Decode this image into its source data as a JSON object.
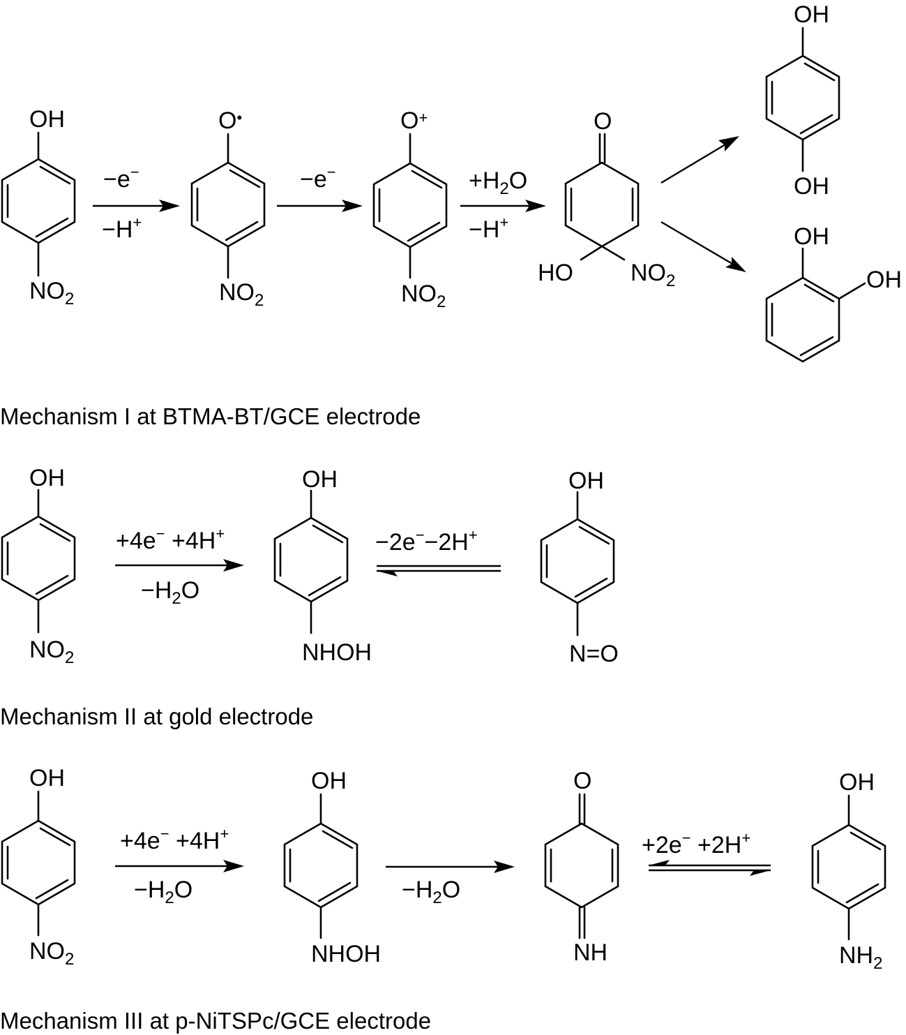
{
  "captions": {
    "mech1": "Mechanism I at BTMA-BT/GCE electrode",
    "mech2": "Mechanism II at gold electrode",
    "mech3": "Mechanism III at p-NiTSPc/GCE electrode"
  },
  "labels": {
    "oh": "OH",
    "no": "NO",
    "two": "2",
    "o": "O",
    "dot": "•",
    "plus": "+",
    "ho": "HO",
    "nhoh": "NHOH",
    "n_eq_o": "N=O",
    "nh": "NH",
    "nh2_n": "NH"
  },
  "reagents": {
    "m1_s1_top": "−e",
    "m1_s1_top_sup": "−",
    "m1_s1_bottom": "−H",
    "m1_s1_bottom_sup": "+",
    "m1_s2_top": "−e",
    "m1_s2_top_sup": "−",
    "m1_s3_top": "+H",
    "m1_s3_top_sub": "2",
    "m1_s3_top_end": "O",
    "m1_s3_bottom": "−H",
    "m1_s3_bottom_sup": "+",
    "m2_s1_top_a": "+4e",
    "m2_s1_top_a_sup": "−",
    "m2_s1_top_b": "+4H",
    "m2_s1_top_b_sup": "+",
    "m2_s1_bottom": "−H",
    "m2_s1_bottom_sub": "2",
    "m2_s1_bottom_end": "O",
    "m2_s2_top_a": "−2e",
    "m2_s2_top_a_sup": "−",
    "m2_s2_top_b": "−2H",
    "m2_s2_top_b_sup": "+",
    "m3_s1_top_a": "+4e",
    "m3_s1_top_a_sup": "−",
    "m3_s1_top_b": "+4H",
    "m3_s1_top_b_sup": "+",
    "m3_s1_bottom": "−H",
    "m3_s1_bottom_sub": "2",
    "m3_s1_bottom_end": "O",
    "m3_s2_bottom": "−H",
    "m3_s2_bottom_sub": "2",
    "m3_s2_bottom_end": "O",
    "m3_s3_top_a": "+2e",
    "m3_s3_top_a_sup": "−",
    "m3_s3_top_b": "+2H",
    "m3_s3_top_b_sup": "+"
  }
}
